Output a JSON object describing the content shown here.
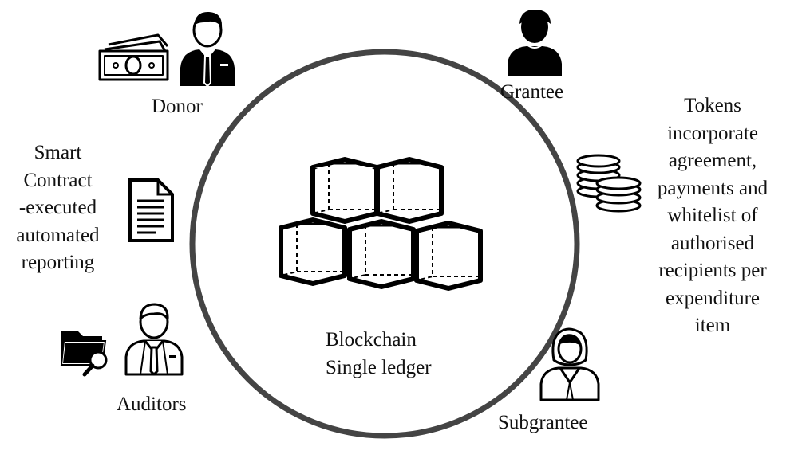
{
  "center": {
    "line1": "Blockchain",
    "line2": "Single ledger"
  },
  "donor": {
    "label": "Donor"
  },
  "grantee": {
    "label": "Grantee"
  },
  "subgrantee": {
    "label": "Subgrantee"
  },
  "auditors": {
    "label": "Auditors"
  },
  "smart_contract": {
    "lines": [
      "Smart",
      "Contract",
      "-executed",
      "automated",
      "reporting"
    ]
  },
  "tokens": {
    "lines": [
      "Tokens",
      "incorporate",
      "agreement,",
      "payments and",
      "whitelist of",
      "authorised",
      "recipients per",
      "expenditure",
      "item"
    ]
  }
}
